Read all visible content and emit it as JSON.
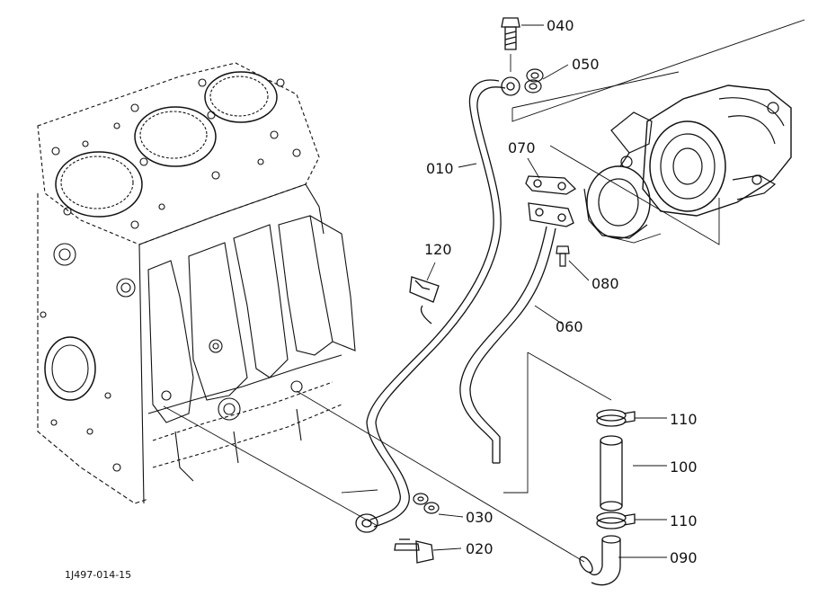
{
  "diagram": {
    "drawing_code": "1J497-014-15",
    "callouts": {
      "p010": "010",
      "p020": "020",
      "p030": "030",
      "p040": "040",
      "p050": "050",
      "p060": "060",
      "p070": "070",
      "p080": "080",
      "p090": "090",
      "p100": "100",
      "p110_top": "110",
      "p110_bottom": "110",
      "p120": "120"
    }
  }
}
